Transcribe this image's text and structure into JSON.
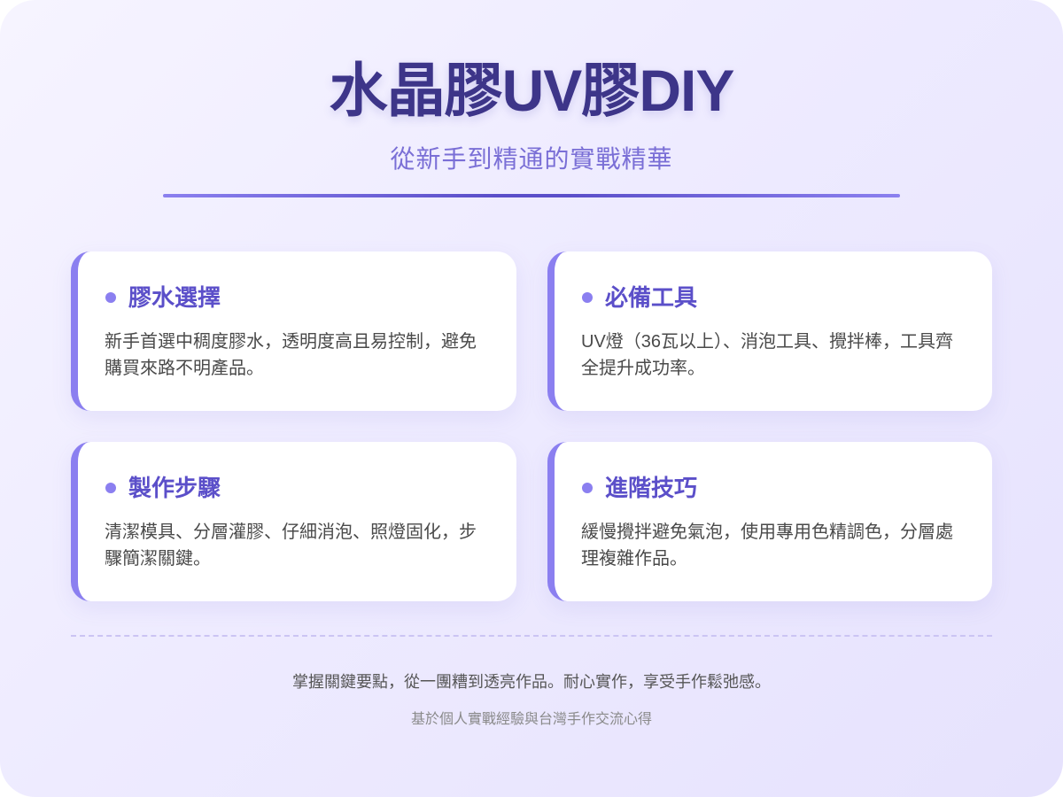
{
  "header": {
    "title": "水晶膠UV膠DIY",
    "subtitle": "從新手到精通的實戰精華"
  },
  "cards": [
    {
      "title": "膠水選擇",
      "body": "新手首選中稠度膠水，透明度高且易控制，避免購買來路不明產品。"
    },
    {
      "title": "必備工具",
      "body": "UV燈（36瓦以上）、消泡工具、攪拌棒，工具齊全提升成功率。"
    },
    {
      "title": "製作步驟",
      "body": "清潔模具、分層灌膠、仔細消泡、照燈固化，步驟簡潔關鍵。"
    },
    {
      "title": "進階技巧",
      "body": "緩慢攪拌避免氣泡，使用專用色精調色，分層處理複雜作品。"
    }
  ],
  "footer": {
    "summary": "掌握關鍵要點，從一團糟到透亮作品。耐心實作，享受手作鬆弛感。",
    "source_note": "基於個人實戰經驗與台灣手作交流心得"
  },
  "colors": {
    "title": "#3d3589",
    "subtitle": "#7a6fd6",
    "accent": "#8b7ff0",
    "card_heading": "#5b4fc9",
    "body_text": "#4a4a4a",
    "background_start": "#f6f4ff",
    "background_end": "#e6e2fd"
  }
}
